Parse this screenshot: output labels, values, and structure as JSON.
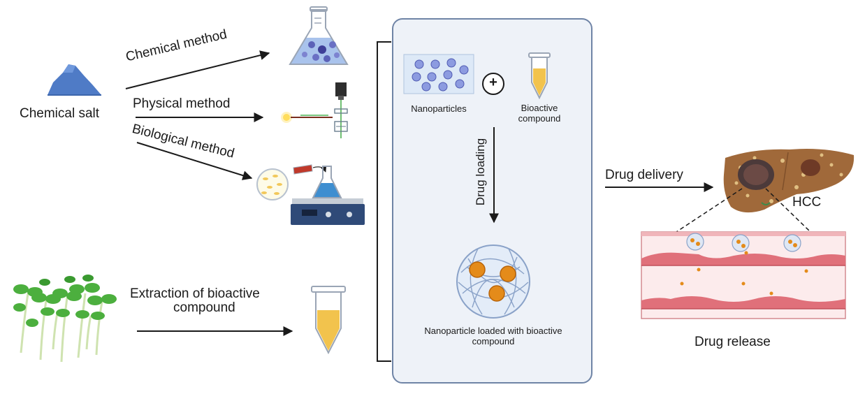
{
  "labels": {
    "chemical_salt": "Chemical salt",
    "chemical_method": "Chemical method",
    "physical_method": "Physical method",
    "biological_method": "Biological method",
    "extraction_line1": "Extraction of bioactive",
    "extraction_line2": "compound",
    "nanoparticles": "Nanoparticles",
    "bioactive_line1": "Bioactive",
    "bioactive_line2": "compound",
    "plus": "+",
    "drug_loading": "Drug loading",
    "loaded_line1": "Nanoparticle loaded with bioactive",
    "loaded_line2": "compound",
    "drug_delivery": "Drug delivery",
    "hcc": "HCC",
    "drug_release": "Drug release"
  },
  "colors": {
    "salt": "#4f7bc6",
    "flask_liquid": "#a9c3ec",
    "compound_yellow": "#f2c34d",
    "nanoparticle_core": "#e48b1a",
    "liver": "#a0693a",
    "vessel_wall": "#e0707a",
    "panel_bg": "#eef2f8",
    "panel_border": "#6f84a6"
  }
}
